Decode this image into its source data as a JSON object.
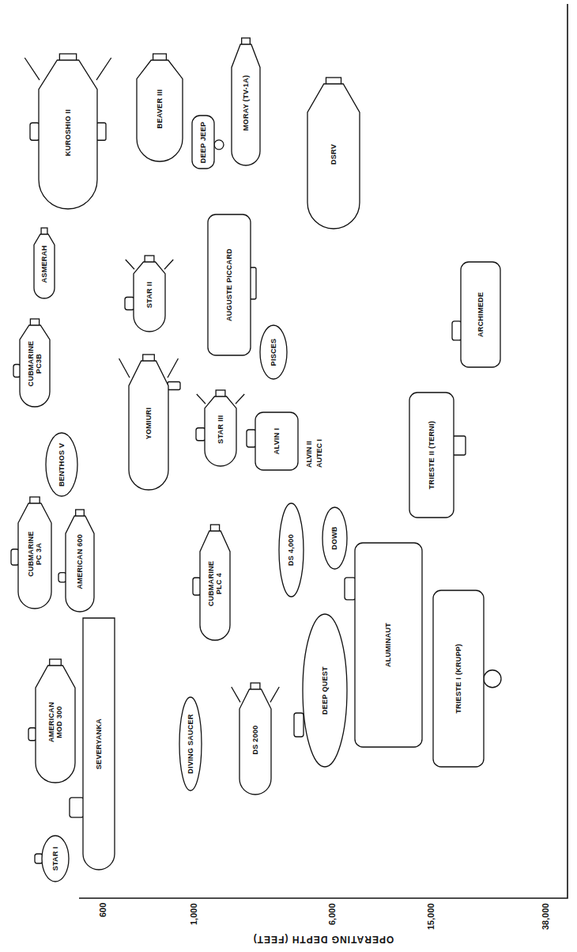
{
  "diagram": {
    "nodes": [
      {
        "text": [
          "STAR I"
        ]
      },
      {
        "text": [
          "AMERICAN MOD 300"
        ]
      },
      {
        "text": [
          "SEVERYANKA"
        ]
      },
      {
        "text": [
          "CUBMARINE PC 3A"
        ]
      },
      {
        "text": [
          "AMERICAN 600"
        ]
      },
      {
        "text": [
          "BENTHOS V"
        ]
      },
      {
        "text": [
          "CUBMARINE PC3B"
        ]
      },
      {
        "text": [
          "ASMERAH"
        ]
      },
      {
        "text": [
          "KUROSHIO II"
        ]
      },
      {
        "text": [
          "DIVING SAUCER"
        ]
      },
      {
        "text": [
          "DS 2000"
        ]
      },
      {
        "text": [
          "CUBMARINE PLC 4"
        ]
      },
      {
        "text": [
          "YOMIURI"
        ]
      },
      {
        "text": [
          "STAR II"
        ]
      },
      {
        "text": [
          "STAR III"
        ]
      },
      {
        "text": [
          "BEAVER III"
        ]
      },
      {
        "text": [
          "DEEP JEEP"
        ]
      },
      {
        "text": [
          "MORAY (TV-1A)"
        ]
      },
      {
        "text": [
          "AUGUSTE PICCARD"
        ]
      },
      {
        "text": [
          "DEEP QUEST"
        ]
      },
      {
        "text": [
          "DS 4,000"
        ]
      },
      {
        "text": [
          "ALVIN I"
        ]
      },
      {
        "text": [
          "PISCES"
        ]
      },
      {
        "text": [
          "DSRV"
        ]
      },
      {
        "text": [
          "ALUMINAUT"
        ]
      },
      {
        "text": [
          "DOWB"
        ]
      },
      {
        "text": [
          "TRIESTE I (KRUPP)"
        ]
      },
      {
        "text": [
          "TRIESTE II (TERNI)"
        ]
      },
      {
        "text": [
          "ARCHIMEDE"
        ]
      }
    ],
    "labels": [
      "OPERATING DEPTH (FEET)",
      "600",
      "1,000",
      "6,000",
      "15,000",
      "38,000",
      "ALVIN II",
      "AUTEC I"
    ]
  }
}
